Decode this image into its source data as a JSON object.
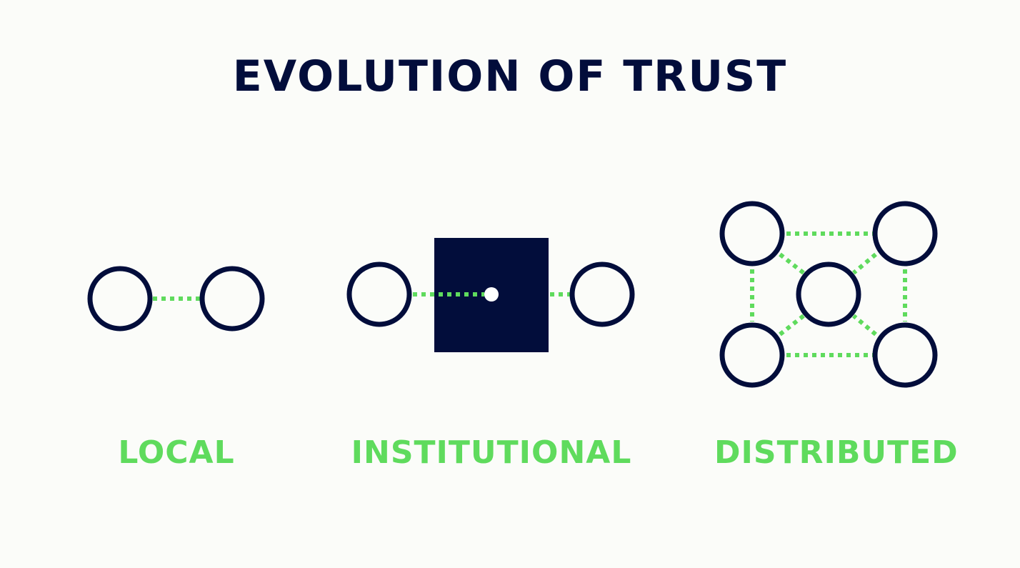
{
  "title": "EVOLUTION OF TRUST",
  "models": [
    {
      "label": "LOCAL"
    },
    {
      "label": "INSTITUTIONAL"
    },
    {
      "label": "DISTRIBUTED"
    }
  ],
  "colors": {
    "background": "#fbfcf9",
    "navy": "#020d3b",
    "green": "#5fdb5d",
    "white": "#ffffff"
  }
}
